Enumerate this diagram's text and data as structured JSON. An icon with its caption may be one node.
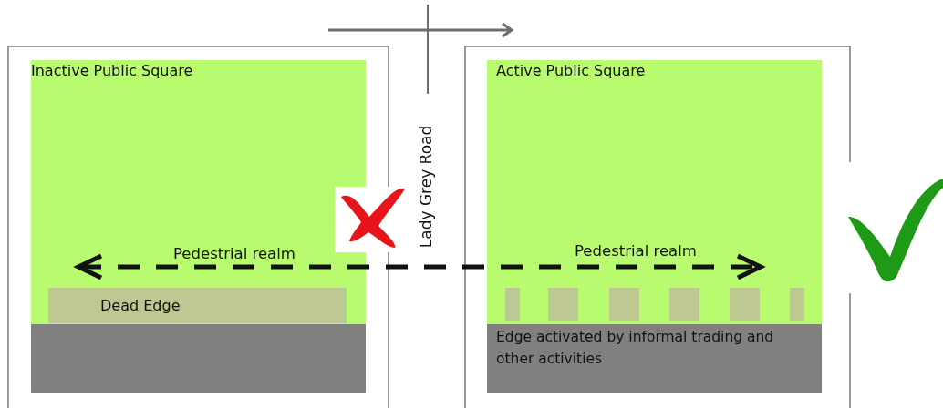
{
  "diagram": {
    "nodes": [
      {
        "text": [],
        "shape": "box"
      },
      {
        "text": [
          "Inactive Public Square"
        ],
        "in": 0
      },
      {
        "text": [
          "Dead Edge"
        ],
        "in": 1
      },
      {
        "text": [],
        "shape": "bar",
        "in": 0
      },
      {
        "text": [],
        "shape": "box"
      },
      {
        "text": [
          "Active Public Square"
        ],
        "in": 4
      },
      {
        "text": [],
        "shape": "box",
        "in": 5
      },
      {
        "text": [],
        "shape": "box",
        "in": 5
      },
      {
        "text": [],
        "shape": "box",
        "in": 5
      },
      {
        "text": [],
        "shape": "box",
        "in": 5
      },
      {
        "text": [],
        "shape": "box",
        "in": 5
      },
      {
        "text": [],
        "shape": "box",
        "in": 5
      },
      {
        "text": [
          "Edge activated by informal trading and other activities"
        ],
        "in": 4
      }
    ],
    "edges": [
      {
        "from": 2,
        "to": 10,
        "arrow": "both",
        "style": "dashed"
      }
    ],
    "labels": [
      "Lady Grey Road",
      "Pedestrial realm",
      "Pedestrial realm"
    ]
  }
}
